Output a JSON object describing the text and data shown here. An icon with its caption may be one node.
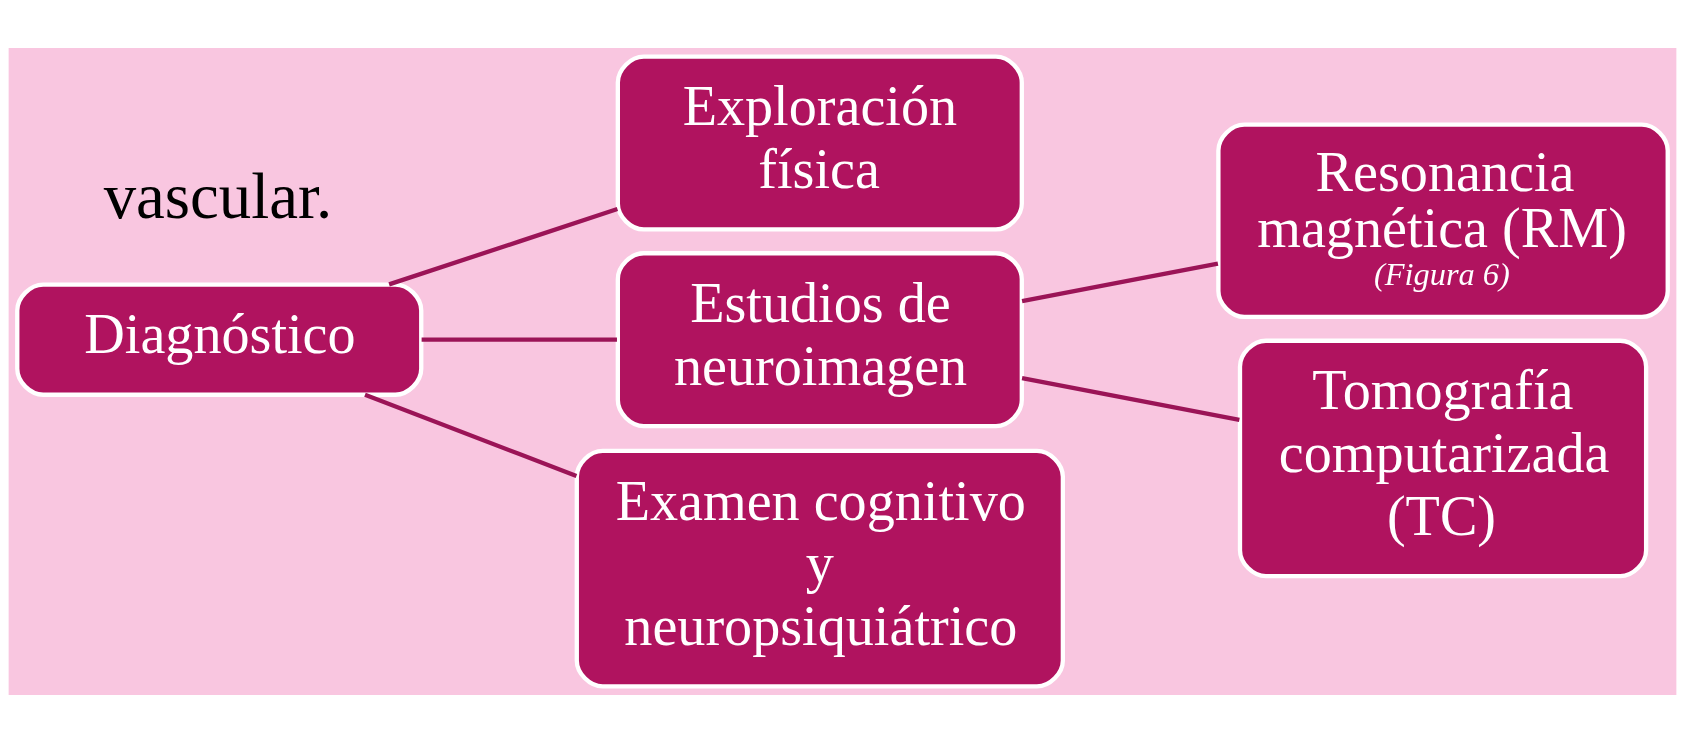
{
  "diagram": {
    "nodes": [
      {
        "text": [
          "Diagnóstico"
        ]
      },
      {
        "text": [
          "Exploración física"
        ]
      },
      {
        "text": [
          "Estudios de neuroimagen"
        ]
      },
      {
        "text": [
          "Examen cognitivo y neuropsiquiátrico"
        ]
      },
      {
        "text": [
          "Resonancia magnética (RM)",
          "(Figura 6)"
        ]
      },
      {
        "text": [
          "Tomografía computarizada (TC)"
        ]
      }
    ],
    "edges": [
      {
        "from": 0,
        "to": 1,
        "arrow": "none"
      },
      {
        "from": 0,
        "to": 2,
        "arrow": "none"
      },
      {
        "from": 0,
        "to": 3,
        "arrow": "none"
      },
      {
        "from": 2,
        "to": 4,
        "arrow": "none"
      },
      {
        "from": 2,
        "to": 5,
        "arrow": "none"
      }
    ],
    "labels": [
      "vascular."
    ]
  }
}
